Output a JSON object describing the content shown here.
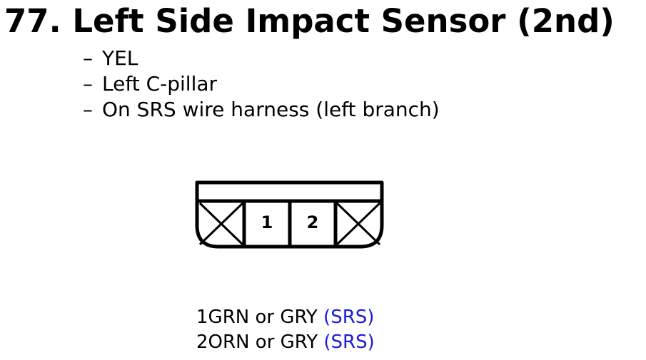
{
  "title": "77. Left Side Impact Sensor (2nd)",
  "notes": [
    {
      "dash": "–",
      "text": "YEL"
    },
    {
      "dash": "–",
      "text": "Left C-pillar"
    },
    {
      "dash": "–",
      "text": "On SRS wire harness (left branch)"
    }
  ],
  "connector": {
    "pins": [
      "1",
      "2"
    ]
  },
  "wires": [
    {
      "pin": "1",
      "color": "GRN or GRY",
      "system": "(SRS)"
    },
    {
      "pin": "2",
      "color": "ORN or GRY",
      "system": "(SRS)"
    }
  ],
  "colors": {
    "link": "#1a1adb",
    "text": "#000000"
  }
}
